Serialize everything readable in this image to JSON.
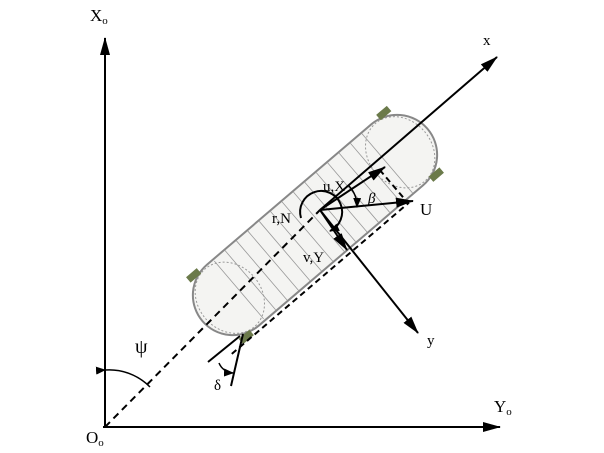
{
  "diagram": {
    "title": "Ship motion coordinate system",
    "labels": {
      "earth_x_axis": "X",
      "earth_x_sub": "o",
      "earth_y_axis": "Y",
      "earth_y_sub": "o",
      "origin": "O",
      "origin_sub": "o",
      "body_x_axis": "x",
      "body_y_axis": "y",
      "surge": "u,X",
      "sway": "v,Y",
      "yaw": "r,N",
      "velocity": "U",
      "drift_angle": "β",
      "heading_angle": "ψ",
      "rudder_angle": "δ"
    }
  }
}
